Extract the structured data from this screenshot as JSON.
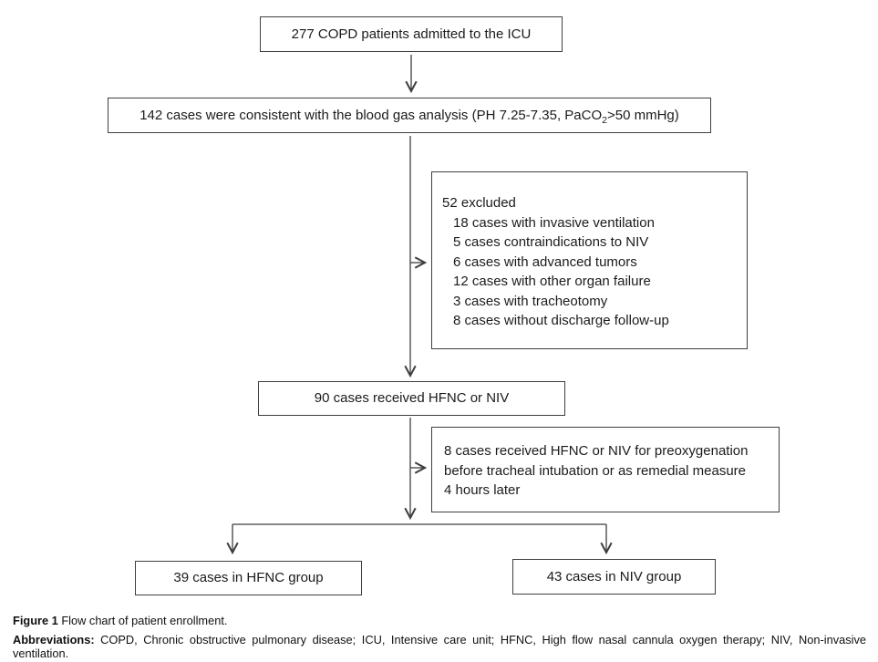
{
  "figure": {
    "boxes": {
      "admitted": "277 COPD patients admitted to the ICU",
      "blood_gas": {
        "pre": "142 cases were consistent with the blood gas analysis (PH 7.25-7.35, PaCO",
        "sub": "2",
        "post": ">50 mmHg)"
      },
      "excluded": {
        "title": "52 excluded",
        "items": [
          "18 cases with invasive ventilation",
          "5 cases contraindications to NIV",
          "6 cases with advanced tumors",
          "12 cases with other organ failure",
          "3 cases with tracheotomy",
          "8 cases without discharge follow-up"
        ]
      },
      "received": "90 cases received HFNC or NIV",
      "preoxygenation": {
        "lines": [
          "8 cases received HFNC or NIV for preoxygenation",
          "before tracheal intubation or as remedial measure",
          "4 hours later"
        ]
      },
      "hfnc_group": "39 cases in HFNC group",
      "niv_group": "43 cases in NIV group"
    },
    "caption": {
      "label": "Figure 1",
      "text": "Flow chart of patient enrollment.",
      "abbrev_label": "Abbreviations:",
      "abbrev_text": "COPD, Chronic obstructive pulmonary disease; ICU, Intensive care unit; HFNC, High flow nasal cannula oxygen therapy; NIV, Non-invasive ventilation."
    },
    "colors": {
      "line": "#3f3f3f",
      "border": "#3f3f3f",
      "text": "#1b1b1b"
    }
  }
}
